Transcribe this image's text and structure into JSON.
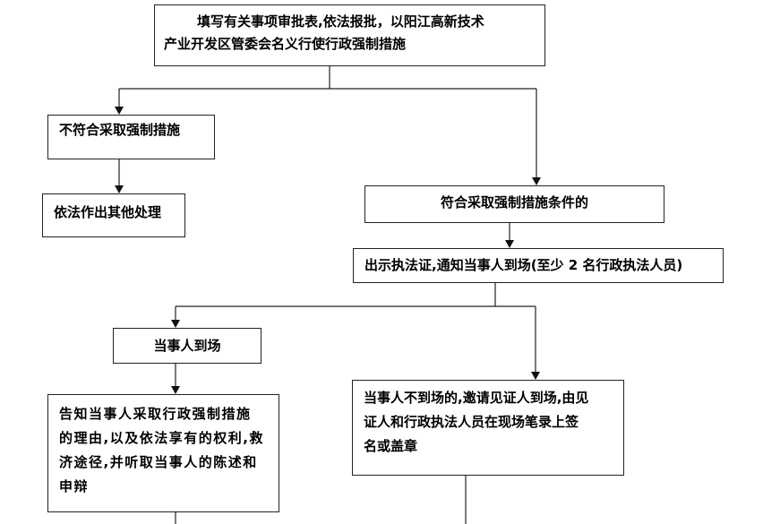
{
  "flowchart": {
    "nodes": {
      "approval": {
        "lines": [
          "　填写有关事项审批表,依法报批，以阳江高新技术",
          "产业开发区管委会名义行使行政强制措施"
        ]
      },
      "not_qualified": {
        "text": "不符合采取强制措施"
      },
      "other_handling": {
        "text": "依法作出其他处理"
      },
      "qualified": {
        "text": "符合采取强制措施条件的"
      },
      "show_certificate": {
        "text": "出示执法证,通知当事人到场(至少 2 名行政执法人员)"
      },
      "party_present": {
        "text": "当事人到场"
      },
      "inform_party": {
        "lines": [
          "告知当事人采取行政强制措施",
          "的理由,以及依法享有的权利,救",
          "济途径,并听取当事人的陈述和",
          "申辩"
        ]
      },
      "party_absent": {
        "lines": [
          "当事人不到场的,邀请见证人到场,由见",
          "证人和行政执法人员在现场笔录上签",
          "名或盖章"
        ]
      }
    },
    "edges": [
      {
        "from": "approval",
        "to": "not_qualified"
      },
      {
        "from": "approval",
        "to": "qualified"
      },
      {
        "from": "not_qualified",
        "to": "other_handling"
      },
      {
        "from": "qualified",
        "to": "show_certificate"
      },
      {
        "from": "show_certificate",
        "to": "party_present"
      },
      {
        "from": "show_certificate",
        "to": "party_absent"
      }
    ],
    "line_color": "#222222"
  }
}
